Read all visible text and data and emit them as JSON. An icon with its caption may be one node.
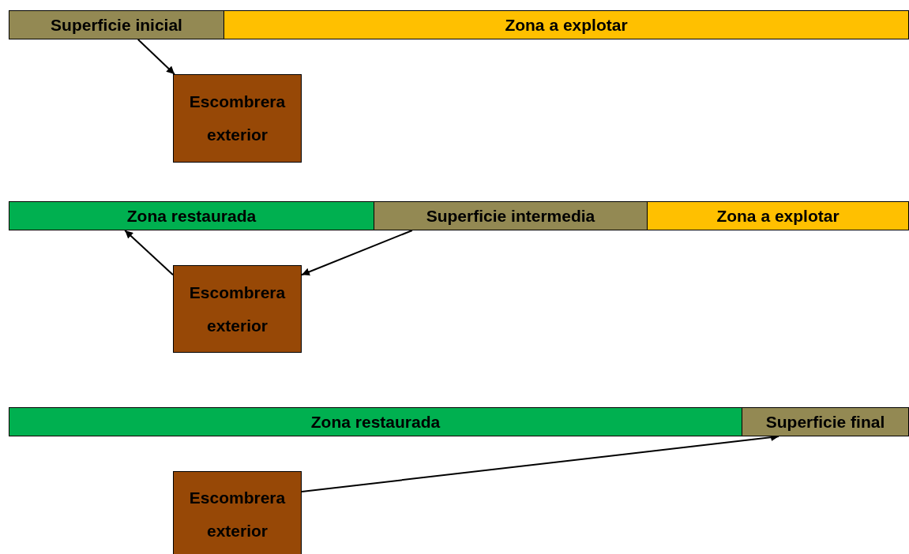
{
  "diagram": {
    "nodes": [
      {
        "text": [
          "Superficie inicial"
        ]
      },
      {
        "text": [
          "Zona a explotar"
        ]
      },
      {
        "text": [
          "Escombrera exterior"
        ]
      },
      {
        "text": [
          "Zona restaurada"
        ]
      },
      {
        "text": [
          "Superficie intermedia"
        ]
      },
      {
        "text": [
          "Zona a explotar"
        ]
      },
      {
        "text": [
          "Escombrera exterior"
        ]
      },
      {
        "text": [
          "Zona restaurada"
        ]
      },
      {
        "text": [
          "Superficie final"
        ]
      },
      {
        "text": [
          "Escombrera exterior"
        ]
      }
    ],
    "edges": [
      {
        "from": 0,
        "to": 2,
        "arrow": "to"
      },
      {
        "from": 6,
        "to": 3,
        "arrow": "to"
      },
      {
        "from": 4,
        "to": 6,
        "arrow": "to"
      },
      {
        "from": 9,
        "to": 8,
        "arrow": "to"
      }
    ]
  }
}
